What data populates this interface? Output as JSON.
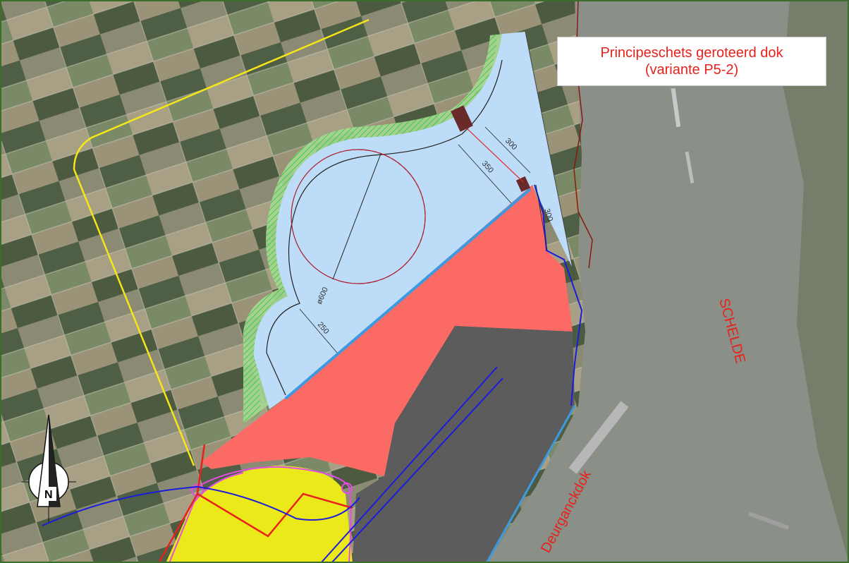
{
  "title": {
    "line1": "Principeschets geroteerd dok",
    "line2": "(variante P5-2)"
  },
  "labels": {
    "river": "SCHELDE",
    "dock": "Deurganckdok"
  },
  "dimensions": {
    "diameter": "ø600",
    "d_250": "250",
    "d_350": "350",
    "d_300_top": "300",
    "d_300_right": "300"
  },
  "compass": {
    "north": "N"
  },
  "colors": {
    "river": "#8a8f87",
    "water_dock": "#bcdcf7",
    "terminal_red": "#fb6a64",
    "existing_quay": "#5c5c5c",
    "yellow_zone": "#ece91a",
    "green_buffer": "#a6d894",
    "title_text": "#e8211c"
  }
}
